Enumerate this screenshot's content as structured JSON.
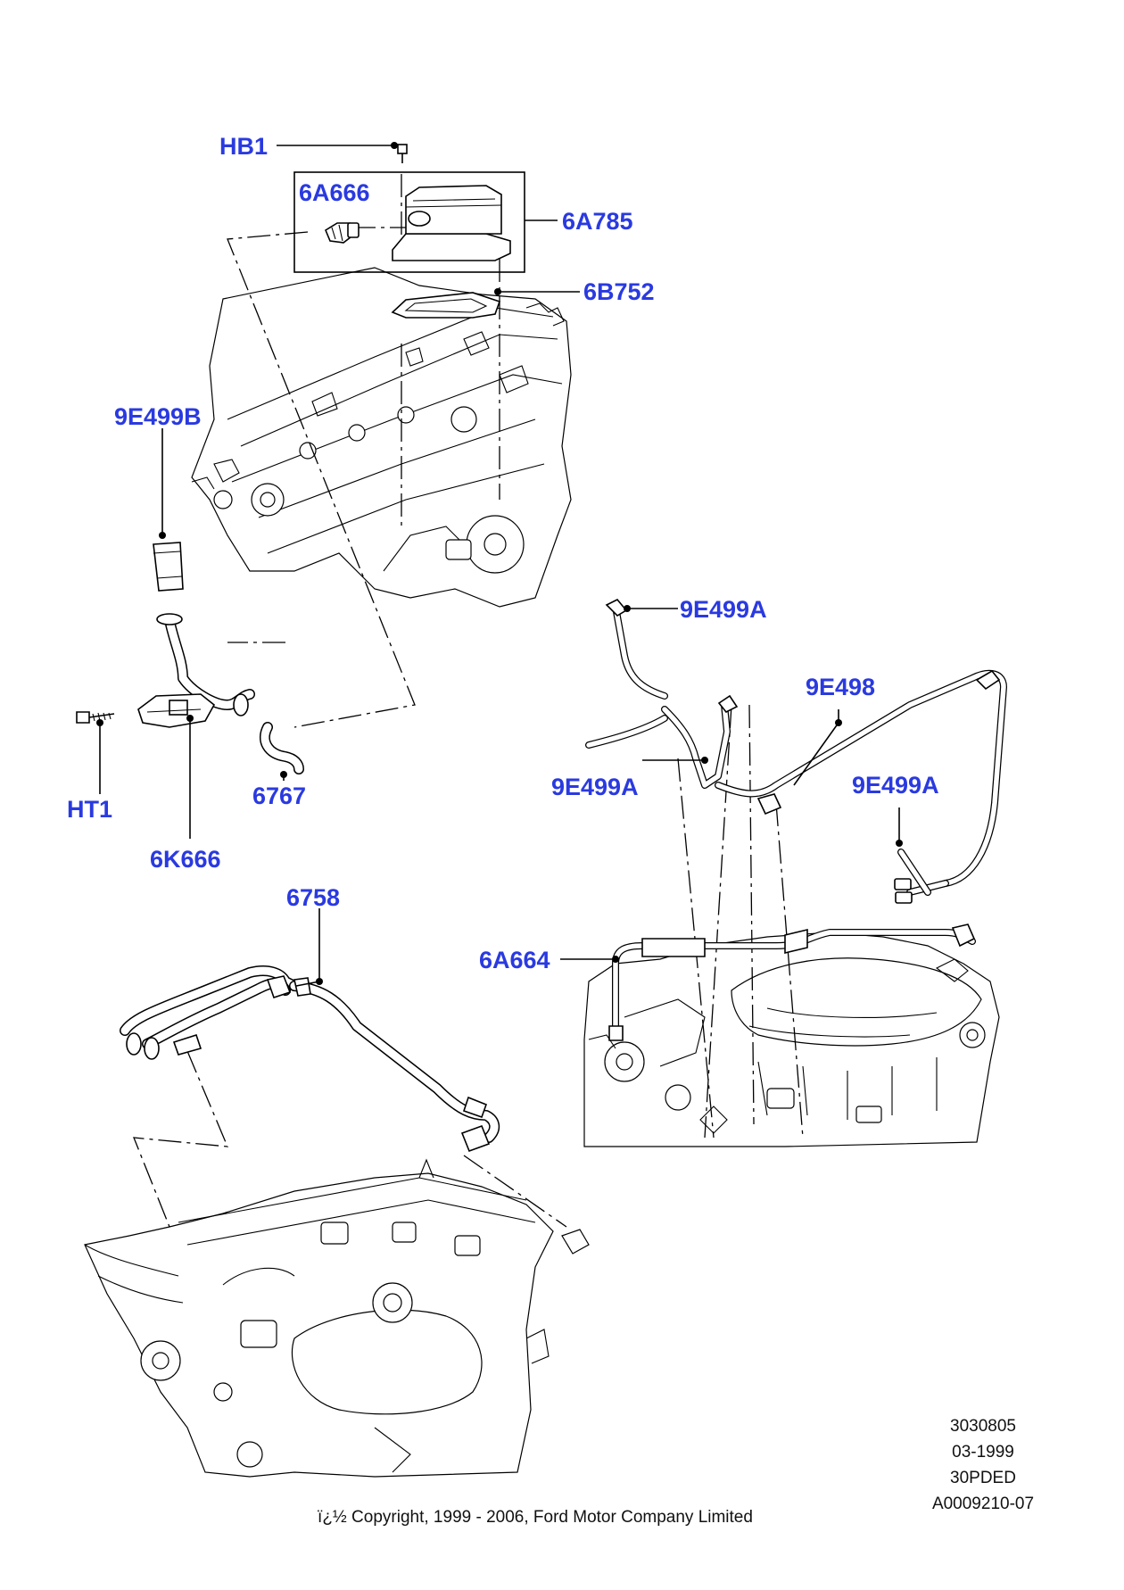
{
  "diagram": {
    "callouts": {
      "hb1": "HB1",
      "p6a666": "6A666",
      "p6a785": "6A785",
      "p6b752": "6B752",
      "p9e499b": "9E499B",
      "ht1": "HT1",
      "p6767": "6767",
      "p6k666": "6K666",
      "p9e499a_top": "9E499A",
      "p9e498": "9E498",
      "p9e499a_mid": "9E499A",
      "p9e499a_right": "9E499A",
      "p6758": "6758",
      "p6a664": "6A664"
    },
    "meta": {
      "code1": "3030805",
      "date": "03-1999",
      "code2": "30PDED",
      "code3": "A0009210-07"
    },
    "copyright": "ï¿½ Copyright, 1999 - 2006, Ford Motor Company Limited"
  },
  "colors": {
    "callout": "#2a3ae0",
    "line": "#000000",
    "background": "#ffffff"
  }
}
